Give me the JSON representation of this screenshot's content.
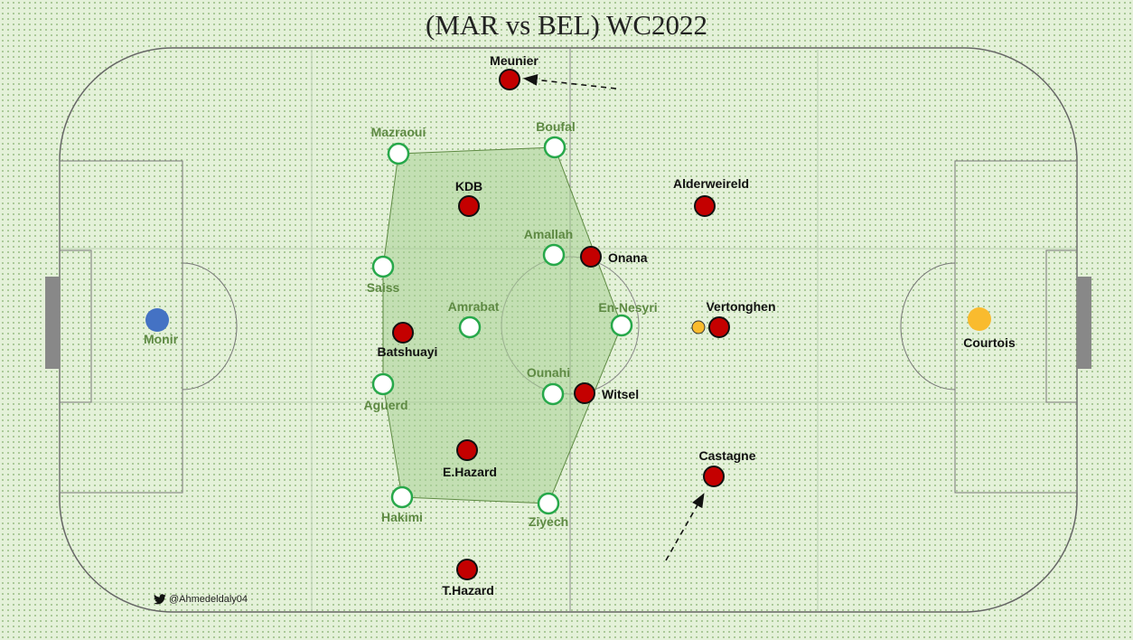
{
  "title": "(MAR vs BEL) WC2022",
  "credit": "@Ahmedeldaly04",
  "icons": {
    "credit": "twitter-icon"
  },
  "colors": {
    "morocco_fill": "#ffffff",
    "morocco_ring": "#27a84a",
    "belgium_fill": "#c40000",
    "morocco_gk": "#4472c4",
    "belgium_gk": "#f9bb2e",
    "shape_fill": "#a8cf93",
    "label_morocco": "#5e8a43",
    "label_belgium": "#111111"
  },
  "players": {
    "morocco": [
      {
        "id": "monir",
        "name": "Monir"
      },
      {
        "id": "mazraoui",
        "name": "Mazraoui"
      },
      {
        "id": "boufal",
        "name": "Boufal"
      },
      {
        "id": "amallah",
        "name": "Amallah"
      },
      {
        "id": "saiss",
        "name": "Saiss"
      },
      {
        "id": "amrabat",
        "name": "Amrabat"
      },
      {
        "id": "en-nesyri",
        "name": "En-Nesyri"
      },
      {
        "id": "ounahi",
        "name": "Ounahi"
      },
      {
        "id": "aguerd",
        "name": "Aguerd"
      },
      {
        "id": "hakimi",
        "name": "Hakimi"
      },
      {
        "id": "ziyech",
        "name": "Ziyech"
      }
    ],
    "belgium": [
      {
        "id": "meunier",
        "name": "Meunier"
      },
      {
        "id": "kdb",
        "name": "KDB"
      },
      {
        "id": "alderweireld",
        "name": "Alderweireld"
      },
      {
        "id": "onana",
        "name": "Onana"
      },
      {
        "id": "vertonghen",
        "name": "Vertonghen"
      },
      {
        "id": "batshuayi",
        "name": "Batshuayi"
      },
      {
        "id": "witsel",
        "name": "Witsel"
      },
      {
        "id": "castagne",
        "name": "Castagne"
      },
      {
        "id": "e-hazard",
        "name": "E.Hazard"
      },
      {
        "id": "t-hazard",
        "name": "T.Hazard"
      },
      {
        "id": "courtois",
        "name": "Courtois"
      }
    ]
  }
}
